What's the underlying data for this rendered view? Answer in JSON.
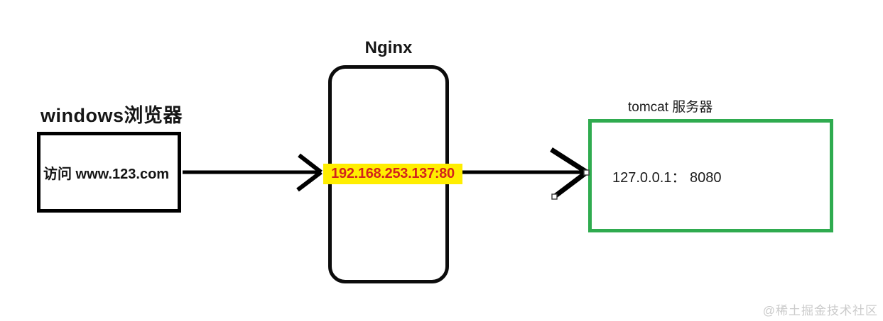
{
  "diagram": {
    "browser": {
      "title": "windows浏览器",
      "content": "访问 www.123.com"
    },
    "nginx": {
      "title": "Nginx",
      "listen_address": "192.168.253.137:80"
    },
    "tomcat": {
      "title": "tomcat 服务器",
      "content": "127.0.0.1： 8080"
    },
    "watermark": "@稀土掘金技术社区",
    "icons": {
      "arrow_browser_to_nginx": "right-arrow",
      "arrow_nginx_to_tomcat": "right-arrow"
    },
    "colors": {
      "highlight_bg": "#ffee00",
      "highlight_text": "#d3241c",
      "tomcat_border": "#2fab4f",
      "watermark": "#cbcbcb",
      "stroke": "#000000"
    }
  }
}
